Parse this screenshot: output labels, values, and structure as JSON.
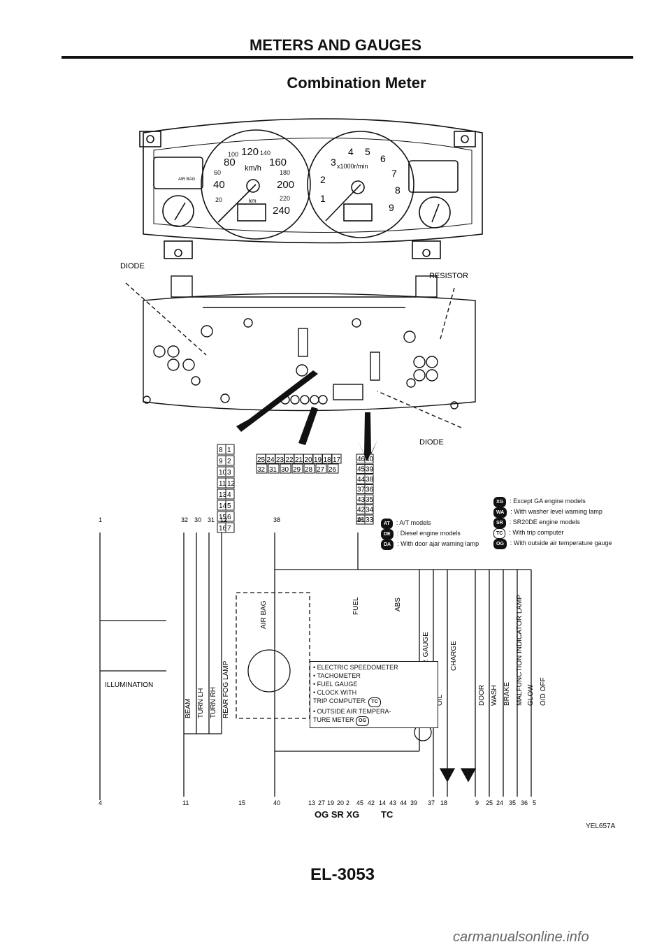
{
  "header": {
    "title": "METERS AND GAUGES",
    "subtitle": "Combination Meter"
  },
  "cluster": {
    "speedo_unit": "km/h",
    "speedo_ticks": [
      "100",
      "120",
      "140",
      "80",
      "160",
      "60",
      "180",
      "40",
      "200",
      "20",
      "220",
      "240"
    ],
    "odo_label": "km",
    "tacho_unit": "x1000r/min",
    "tacho_ticks": [
      "1",
      "2",
      "3",
      "4",
      "5",
      "6",
      "7",
      "8",
      "9"
    ],
    "airbag_label": "AIR BAG",
    "diode_label": "DIODE",
    "resistor_label": "RESISTOR",
    "diode_label_2": "DIODE"
  },
  "connector_grid": {
    "left_block": [
      "8",
      "1",
      "9",
      "2",
      "10",
      "3",
      "11",
      "12",
      "13",
      "4",
      "14",
      "5",
      "15",
      "6",
      "16",
      "7"
    ],
    "top_row": [
      "25",
      "24",
      "23",
      "22",
      "21",
      "20",
      "19",
      "18",
      "17"
    ],
    "bottom_row": [
      "32",
      "31",
      "30",
      "29",
      "28",
      "27",
      "26"
    ],
    "right_block": [
      "46",
      "40",
      "45",
      "39",
      "44",
      "38",
      "37",
      "36",
      "43",
      "35",
      "42",
      "34",
      "41",
      "33"
    ]
  },
  "legend_left": [
    {
      "code": "AT",
      "text": ": A/T models"
    },
    {
      "code": "DE",
      "text": ": Diesel engine models"
    },
    {
      "code": "DA",
      "text": ": With door ajar warning lamp"
    }
  ],
  "legend_right": [
    {
      "code": "XG",
      "text": ": Except GA engine models"
    },
    {
      "code": "WA",
      "text": ": With washer level warning lamp"
    },
    {
      "code": "SR",
      "text": ": SR20DE engine models"
    },
    {
      "code": "TC",
      "text": ": With trip computer"
    },
    {
      "code": "OG",
      "text": ": With outside air temperature gauge"
    }
  ],
  "top_pins": [
    "1",
    "32",
    "30",
    "31",
    "12",
    "38",
    "16"
  ],
  "wire_labels": {
    "illumination": "ILLUMINATION",
    "beam": "BEAM",
    "turn_lh": "TURN LH",
    "turn_rh": "TURN RH",
    "rear_fog": "REAR FOG LAMP",
    "air_bag": "AIR BAG",
    "fuel": "FUEL",
    "abs": "ABS",
    "water_temp": "WATER TEMP. GAUGE",
    "oil": "OIL",
    "charge": "CHARGE",
    "door": "DOOR",
    "wash": "WASH",
    "brake": "BRAKE",
    "mil": "MALFUNCTION INDICATOR LAMP",
    "glow": "GLOW",
    "od_off": "O/D OFF"
  },
  "function_box": [
    "• ELECTRIC SPEEDOMETER",
    "• TACHOMETER",
    "• FUEL GAUGE",
    "• CLOCK WITH",
    "  TRIP COMPUTER:",
    "• OUTSIDE AIR TEMPERA-",
    "  TURE METER"
  ],
  "function_codes": {
    "trip": "TC",
    "temp": "OG"
  },
  "bottom_pins": [
    "4",
    "11",
    "15",
    "40",
    "13",
    "27",
    "19",
    "20",
    "2",
    "45",
    "42",
    "14",
    "43",
    "44",
    "39",
    "37",
    "18",
    "9",
    "25",
    "24",
    "35",
    "36",
    "5"
  ],
  "bottom_codes": {
    "group1": "OG SR XG",
    "group2": "TC"
  },
  "figure_id": "YEL657A",
  "page_number": "EL-3053",
  "watermark": "carmanualsonline.info"
}
